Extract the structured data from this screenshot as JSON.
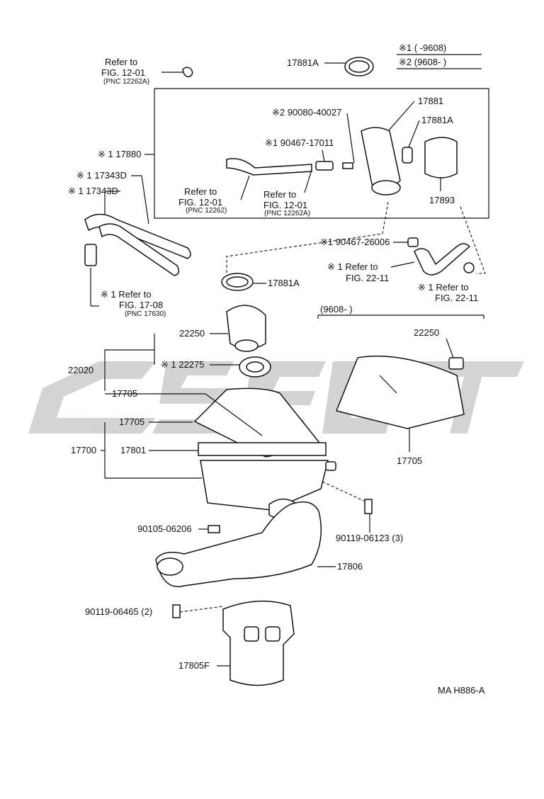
{
  "diagram": {
    "legend": {
      "line1": "※1 (      -9608)",
      "line2": "※2 (9608-      )"
    },
    "labels": {
      "refer_1201_top": "Refer to",
      "refer_1201_top_fig": "FIG. 12-01",
      "refer_1201_top_pnc": "(PNC 12262A)",
      "p17881A_top": "17881A",
      "p17881": "17881",
      "p90080": "※2 90080-40027",
      "p17881A_right": "17881A",
      "p90467_17011": "※1 90467-17011",
      "p17880": "※ 1 17880",
      "p17343D_1": "※ 1 17343D",
      "p17343D_2": "※ 1 17343D",
      "refer_1201_a": "Refer to",
      "refer_1201_a_fig": "FIG. 12-01",
      "refer_1201_a_pnc": "(PNC 12262)",
      "refer_1201_b": "Refer to",
      "refer_1201_b_fig": "FIG. 12-01",
      "refer_1201_b_pnc": "(PNC 12262A)",
      "p17893": "17893",
      "p90467_26006": "※1 90467-26006",
      "refer_2211_a": "※ 1 Refer to",
      "refer_2211_a_fig": "FIG. 22-11",
      "refer_2211_b": "※ 1 Refer to",
      "refer_2211_b_fig": "FIG. 22-11",
      "refer_1708": "※ 1 Refer to",
      "refer_1708_fig": "FIG. 17-08",
      "refer_1708_pnc": "(PNC 17630)",
      "p17881A_mid": "17881A",
      "range_9608": "(9608-      )",
      "p22250_left": "22250",
      "p22250_right": "22250",
      "p22020": "22020",
      "p22275": "※ 1 22275",
      "p17705_a": "17705",
      "p17705_b": "17705",
      "p17705_right": "17705",
      "p17700": "17700",
      "p17801": "17801",
      "p90105": "90105-06206",
      "p90119_06123": "90119-06123 (3)",
      "p17806": "17806",
      "p90119_06465": "90119-06465 (2)",
      "p17805F": "17805F",
      "code": "MA  H886-A"
    }
  }
}
